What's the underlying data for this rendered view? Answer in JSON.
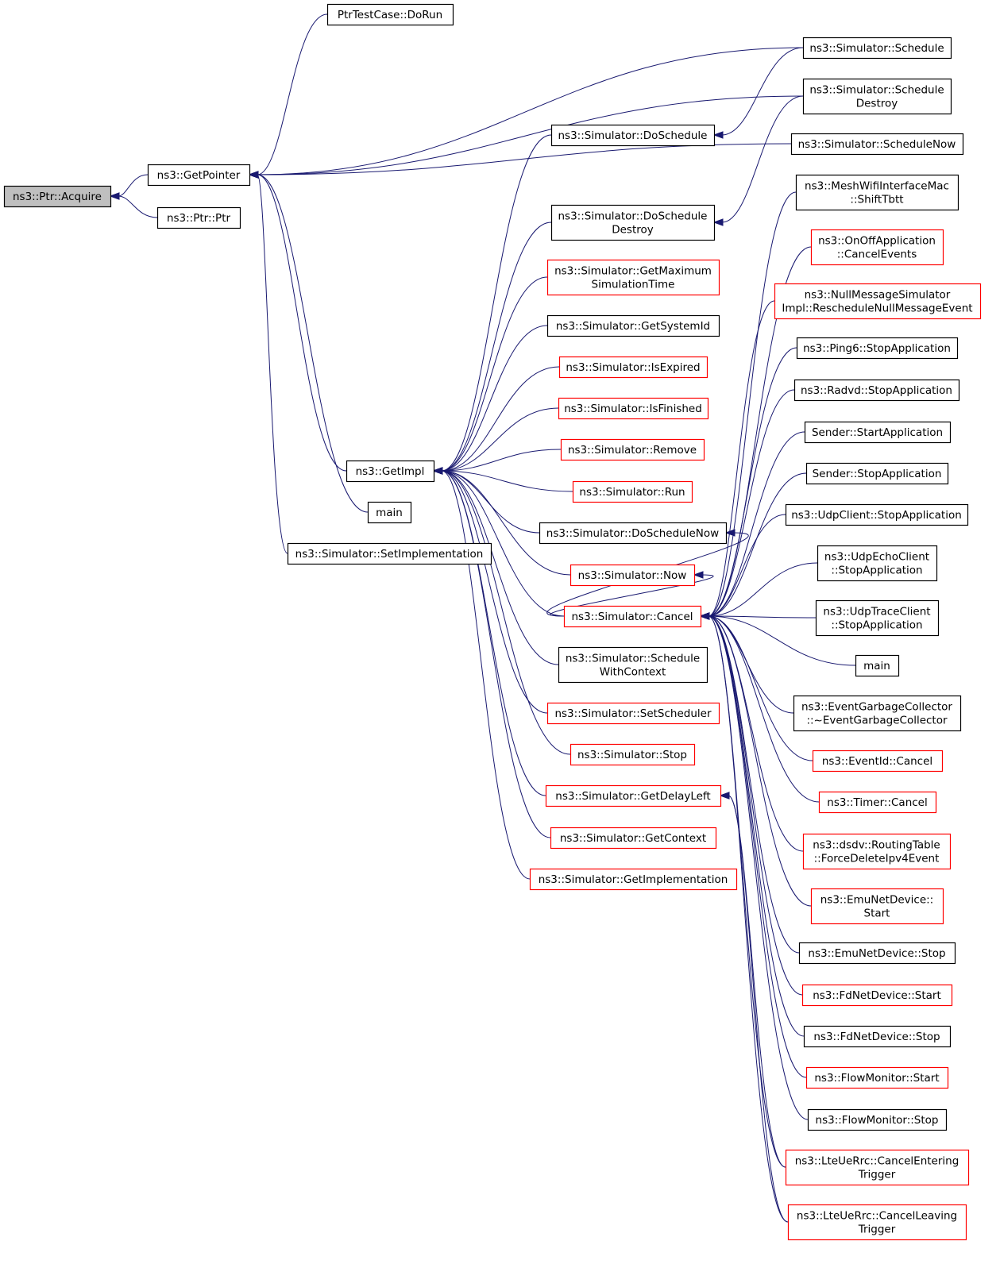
{
  "colors": {
    "edge": "#191970",
    "border_black": "#000000",
    "border_red": "#ff0000",
    "focus_fill": "#bfbfbf",
    "fill": "#ffffff"
  },
  "nodes": {
    "acquire": {
      "lines": [
        "ns3::Ptr::Acquire"
      ],
      "style": "focus"
    },
    "getpointer": {
      "lines": [
        "ns3::GetPointer"
      ],
      "style": "black"
    },
    "ptrptr": {
      "lines": [
        "ns3::Ptr::Ptr"
      ],
      "style": "black"
    },
    "ptrtestcase": {
      "lines": [
        "PtrTestCase::DoRun"
      ],
      "style": "black"
    },
    "getimpl": {
      "lines": [
        "ns3::GetImpl"
      ],
      "style": "black"
    },
    "main1": {
      "lines": [
        "main"
      ],
      "style": "black"
    },
    "setimpl": {
      "lines": [
        "ns3::Simulator::SetImplementation"
      ],
      "style": "black"
    },
    "doschedule": {
      "lines": [
        "ns3::Simulator::DoSchedule"
      ],
      "style": "black"
    },
    "doscheddestroy": {
      "lines": [
        "ns3::Simulator::DoSchedule",
        "Destroy"
      ],
      "style": "black"
    },
    "getmaxsim": {
      "lines": [
        "ns3::Simulator::GetMaximum",
        "SimulationTime"
      ],
      "style": "red"
    },
    "getsysid": {
      "lines": [
        "ns3::Simulator::GetSystemId"
      ],
      "style": "black"
    },
    "isexpired": {
      "lines": [
        "ns3::Simulator::IsExpired"
      ],
      "style": "red"
    },
    "isfinished": {
      "lines": [
        "ns3::Simulator::IsFinished"
      ],
      "style": "red"
    },
    "remove": {
      "lines": [
        "ns3::Simulator::Remove"
      ],
      "style": "red"
    },
    "run": {
      "lines": [
        "ns3::Simulator::Run"
      ],
      "style": "red"
    },
    "doschednow": {
      "lines": [
        "ns3::Simulator::DoScheduleNow"
      ],
      "style": "black"
    },
    "now": {
      "lines": [
        "ns3::Simulator::Now"
      ],
      "style": "red"
    },
    "cancel": {
      "lines": [
        "ns3::Simulator::Cancel"
      ],
      "style": "red"
    },
    "schedwithctx": {
      "lines": [
        "ns3::Simulator::Schedule",
        "WithContext"
      ],
      "style": "black"
    },
    "setscheduler": {
      "lines": [
        "ns3::Simulator::SetScheduler"
      ],
      "style": "red"
    },
    "stop": {
      "lines": [
        "ns3::Simulator::Stop"
      ],
      "style": "red"
    },
    "getdelayleft": {
      "lines": [
        "ns3::Simulator::GetDelayLeft"
      ],
      "style": "red"
    },
    "getcontext": {
      "lines": [
        "ns3::Simulator::GetContext"
      ],
      "style": "red"
    },
    "getimplementation": {
      "lines": [
        "ns3::Simulator::GetImplementation"
      ],
      "style": "red"
    },
    "schedule": {
      "lines": [
        "ns3::Simulator::Schedule"
      ],
      "style": "black"
    },
    "scheddestroy": {
      "lines": [
        "ns3::Simulator::Schedule",
        "Destroy"
      ],
      "style": "black"
    },
    "schednow": {
      "lines": [
        "ns3::Simulator::ScheduleNow"
      ],
      "style": "black"
    },
    "meshwifi": {
      "lines": [
        "ns3::MeshWifiInterfaceMac",
        "::ShiftTbtt"
      ],
      "style": "black"
    },
    "onoff": {
      "lines": [
        "ns3::OnOffApplication",
        "::CancelEvents"
      ],
      "style": "red"
    },
    "nullmsg": {
      "lines": [
        "ns3::NullMessageSimulator",
        "Impl::RescheduleNullMessageEvent"
      ],
      "style": "red"
    },
    "ping6": {
      "lines": [
        "ns3::Ping6::StopApplication"
      ],
      "style": "black"
    },
    "radvd": {
      "lines": [
        "ns3::Radvd::StopApplication"
      ],
      "style": "black"
    },
    "senderstart": {
      "lines": [
        "Sender::StartApplication"
      ],
      "style": "black"
    },
    "senderstop": {
      "lines": [
        "Sender::StopApplication"
      ],
      "style": "black"
    },
    "udpclient": {
      "lines": [
        "ns3::UdpClient::StopApplication"
      ],
      "style": "black"
    },
    "udpecho": {
      "lines": [
        "ns3::UdpEchoClient",
        "::StopApplication"
      ],
      "style": "black"
    },
    "udptrace": {
      "lines": [
        "ns3::UdpTraceClient",
        "::StopApplication"
      ],
      "style": "black"
    },
    "main2": {
      "lines": [
        "main"
      ],
      "style": "black"
    },
    "eventgc": {
      "lines": [
        "ns3::EventGarbageCollector",
        "::~EventGarbageCollector"
      ],
      "style": "black"
    },
    "eventidcancel": {
      "lines": [
        "ns3::EventId::Cancel"
      ],
      "style": "red"
    },
    "timercancel": {
      "lines": [
        "ns3::Timer::Cancel"
      ],
      "style": "red"
    },
    "dsdv": {
      "lines": [
        "ns3::dsdv::RoutingTable",
        "::ForceDeleteIpv4Event"
      ],
      "style": "red"
    },
    "emustart": {
      "lines": [
        "ns3::EmuNetDevice::",
        "Start"
      ],
      "style": "red"
    },
    "emustop": {
      "lines": [
        "ns3::EmuNetDevice::Stop"
      ],
      "style": "black"
    },
    "fdstart": {
      "lines": [
        "ns3::FdNetDevice::Start"
      ],
      "style": "red"
    },
    "fdstop": {
      "lines": [
        "ns3::FdNetDevice::Stop"
      ],
      "style": "black"
    },
    "flowstart": {
      "lines": [
        "ns3::FlowMonitor::Start"
      ],
      "style": "red"
    },
    "flowstop": {
      "lines": [
        "ns3::FlowMonitor::Stop"
      ],
      "style": "black"
    },
    "lteentering": {
      "lines": [
        "ns3::LteUeRrc::CancelEntering",
        "Trigger"
      ],
      "style": "red"
    },
    "lteleaving": {
      "lines": [
        "ns3::LteUeRrc::CancelLeaving",
        "Trigger"
      ],
      "style": "red"
    }
  },
  "edges": [
    [
      "getpointer",
      "acquire"
    ],
    [
      "ptrptr",
      "acquire"
    ],
    [
      "ptrtestcase",
      "getpointer"
    ],
    [
      "schedule",
      "getpointer"
    ],
    [
      "scheddestroy",
      "getpointer"
    ],
    [
      "schednow",
      "getpointer"
    ],
    [
      "getimpl",
      "getpointer"
    ],
    [
      "main1",
      "getpointer"
    ],
    [
      "setimpl",
      "getpointer"
    ],
    [
      "schedule",
      "doschedule"
    ],
    [
      "scheddestroy",
      "doscheddestroy"
    ],
    [
      "cancel",
      "doschednow"
    ],
    [
      "cancel",
      "now"
    ],
    [
      "doschedule",
      "getimpl"
    ],
    [
      "doscheddestroy",
      "getimpl"
    ],
    [
      "getmaxsim",
      "getimpl"
    ],
    [
      "getsysid",
      "getimpl"
    ],
    [
      "isexpired",
      "getimpl"
    ],
    [
      "isfinished",
      "getimpl"
    ],
    [
      "remove",
      "getimpl"
    ],
    [
      "run",
      "getimpl"
    ],
    [
      "doschednow",
      "getimpl"
    ],
    [
      "now",
      "getimpl"
    ],
    [
      "cancel",
      "getimpl"
    ],
    [
      "schedwithctx",
      "getimpl"
    ],
    [
      "setscheduler",
      "getimpl"
    ],
    [
      "stop",
      "getimpl"
    ],
    [
      "getdelayleft",
      "getimpl"
    ],
    [
      "getcontext",
      "getimpl"
    ],
    [
      "getimplementation",
      "getimpl"
    ],
    [
      "meshwifi",
      "cancel"
    ],
    [
      "onoff",
      "cancel"
    ],
    [
      "nullmsg",
      "cancel"
    ],
    [
      "ping6",
      "cancel"
    ],
    [
      "radvd",
      "cancel"
    ],
    [
      "senderstart",
      "cancel"
    ],
    [
      "senderstop",
      "cancel"
    ],
    [
      "udpclient",
      "cancel"
    ],
    [
      "udpecho",
      "cancel"
    ],
    [
      "udptrace",
      "cancel"
    ],
    [
      "main2",
      "cancel"
    ],
    [
      "eventgc",
      "cancel"
    ],
    [
      "eventidcancel",
      "cancel"
    ],
    [
      "timercancel",
      "cancel"
    ],
    [
      "dsdv",
      "cancel"
    ],
    [
      "emustart",
      "cancel"
    ],
    [
      "emustop",
      "cancel"
    ],
    [
      "fdstart",
      "cancel"
    ],
    [
      "fdstop",
      "cancel"
    ],
    [
      "flowstart",
      "cancel"
    ],
    [
      "flowstop",
      "cancel"
    ],
    [
      "lteentering",
      "cancel"
    ],
    [
      "lteleaving",
      "cancel"
    ],
    [
      "lteentering",
      "getdelayleft"
    ],
    [
      "lteleaving",
      "getdelayleft"
    ]
  ]
}
